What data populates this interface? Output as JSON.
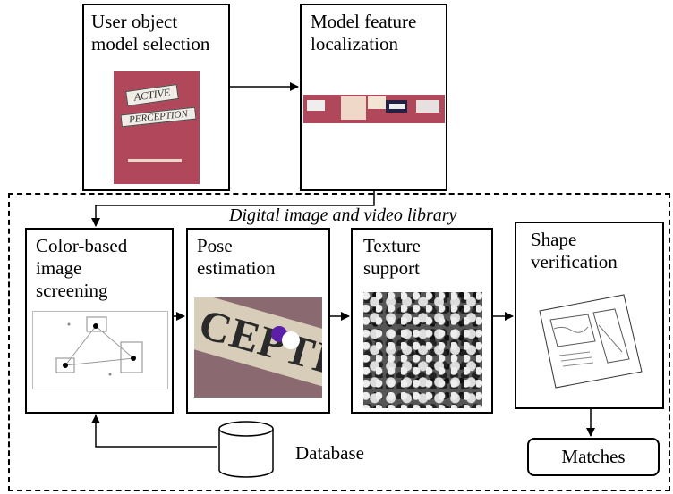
{
  "boxes": {
    "user_object": "User object\nmodel selection",
    "model_feature": "Model feature\nlocalization",
    "color_screening": "Color-based\nimage\nscreening",
    "pose": "Pose\nestimation",
    "texture": "Texture\nsupport",
    "shape": "Shape\nverification"
  },
  "book": {
    "title_line1": "ACTIVE",
    "title_line2": "PERCEPTION"
  },
  "pose_text": "CEPTI",
  "library_title": "Digital image and video library",
  "database_label": "Database",
  "matches_label": "Matches",
  "colors": {
    "book_red": "#b0475a",
    "pose_bg": "#8a6a70",
    "pose_dot_purple": "#5b1fa8"
  }
}
